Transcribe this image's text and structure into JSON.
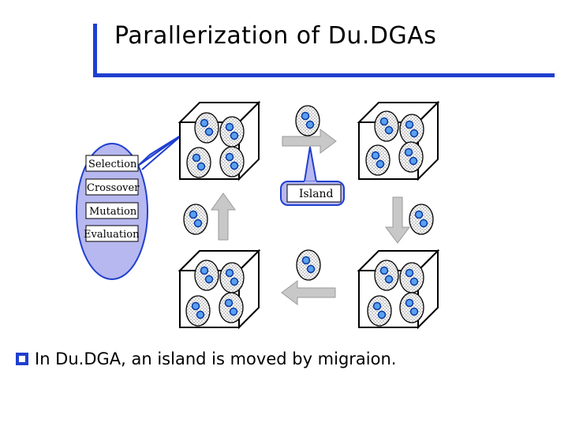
{
  "slide": {
    "title": "Parallerization of Du.DGAs",
    "bullet_text": "In Du.DGA, an island is moved by migraion."
  },
  "diagram": {
    "steps": [
      "Selection",
      "Crossover",
      "Mutation",
      "Evaluation"
    ],
    "island_callout": "Island"
  },
  "colors": {
    "accent": "#1f3fcf",
    "callout_fill": "#b8b8f0",
    "island_blue": "#1e6fe0",
    "arrow_gray": "#c8c8c8"
  }
}
